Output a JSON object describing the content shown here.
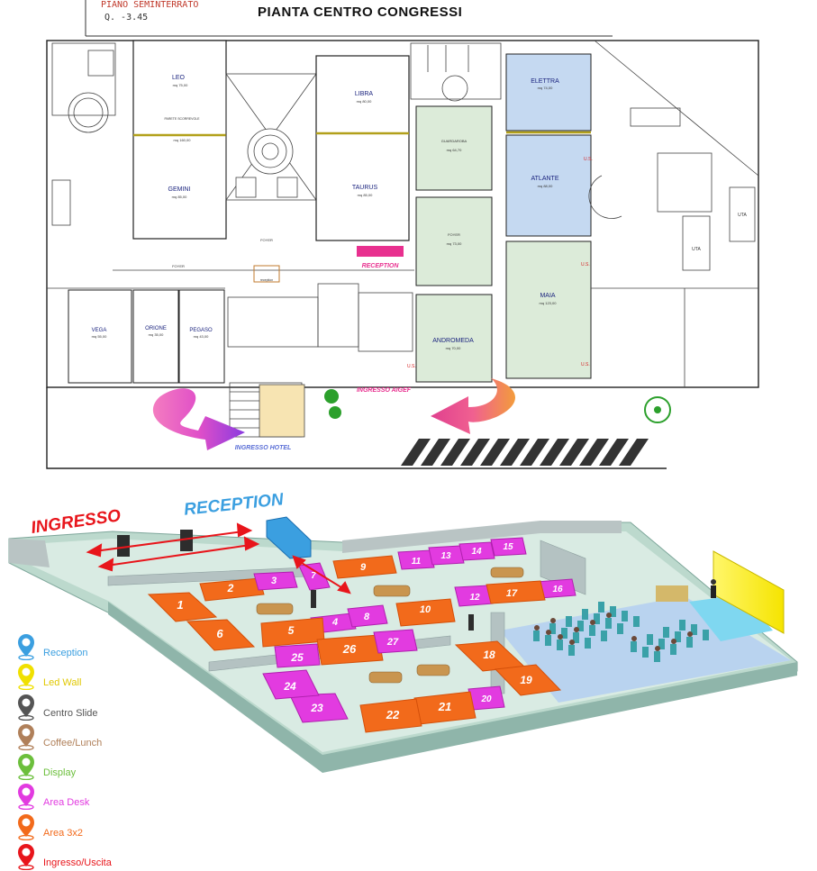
{
  "plan": {
    "title": "PIANTA  CENTRO CONGRESSI",
    "floor_label": "PIANO SEMINTERRATO",
    "floor_level": "Q. -3.45",
    "rooms": {
      "leo": {
        "name": "LEO",
        "area": "mq 75,00"
      },
      "gemini": {
        "name": "GEMINI",
        "area": "mq 85,00"
      },
      "leo_gemini": {
        "area": "mq 160,00"
      },
      "libra": {
        "name": "LIBRA",
        "area": "mq 80,00"
      },
      "taurus": {
        "name": "TAURUS",
        "area": "mq 85,00"
      },
      "elettra": {
        "name": "ELETTRA",
        "area": "mq 74,00"
      },
      "atlante": {
        "name": "ATLANTE",
        "area": "mq 88,00"
      },
      "maia": {
        "name": "MAIA",
        "area": "mq 123,00"
      },
      "andromeda": {
        "name": "ANDROMEDA",
        "area": "mq 70,00"
      },
      "vega": {
        "name": "VEGA",
        "area": "mq 55,00"
      },
      "orione": {
        "name": "ORIONE",
        "area": "mq 35,00"
      },
      "pegaso": {
        "name": "PEGASO",
        "area": "mq 43,00"
      },
      "guardaroba": {
        "name": "GUARDAROBA",
        "area": "mq 64,70"
      },
      "foyer_right": {
        "name": "FOYER",
        "area": "mq 73,00"
      }
    },
    "labels": {
      "foyer": "FOYER",
      "parete": "PARETE SCORREVOLE",
      "reception": "RECEPTION",
      "ingresso_hotel": "INGRESSO HOTEL",
      "ingresso_aigef": "INGRESSO AIGEF",
      "us": "U.S.",
      "uta": "UTA",
      "reception_small": "reception"
    }
  },
  "expo": {
    "ingresso": "INGRESSO",
    "reception": "RECEPTION",
    "booths": [
      "1",
      "2",
      "3",
      "4",
      "5",
      "6",
      "7",
      "8",
      "9",
      "10",
      "11",
      "12",
      "13",
      "14",
      "15",
      "16",
      "17",
      "18",
      "19",
      "20",
      "21",
      "22",
      "23",
      "24",
      "25",
      "26",
      "27"
    ]
  },
  "legend": [
    {
      "label": "Reception",
      "color": "#3b9fe0"
    },
    {
      "label": "Led Wall",
      "color": "#f0e000"
    },
    {
      "label": "Centro Slide",
      "color": "#555555"
    },
    {
      "label": "Coffee/Lunch",
      "color": "#b0805a"
    },
    {
      "label": "Display",
      "color": "#6cbf3c"
    },
    {
      "label": "Area Desk",
      "color": "#e23be0"
    },
    {
      "label": "Area 3x2",
      "color": "#f26a1b"
    },
    {
      "label": "Ingresso/Uscita",
      "color": "#e8151b"
    }
  ]
}
